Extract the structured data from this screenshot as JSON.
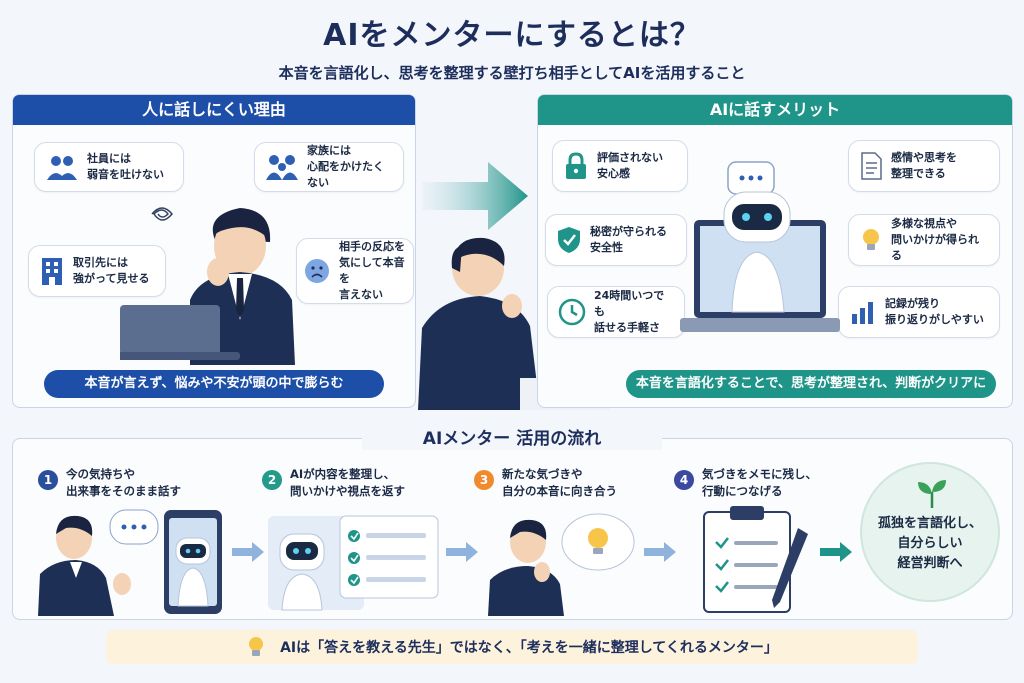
{
  "title": "AIをメンターにするとは？",
  "subtitle": "本音を言語化し、思考を整理する壁打ち相手としてAIを活用すること",
  "left_panel": {
    "header": "人に話しにくい理由",
    "bubbles": [
      {
        "text": "社員には\n弱音を吐けない",
        "icon": "people-icon"
      },
      {
        "text": "家族には\n心配をかけたくない",
        "icon": "family-icon"
      },
      {
        "text": "取引先には\n強がって見せる",
        "icon": "building-icon"
      },
      {
        "text": "相手の反応を\n気にして本音を\n言えない",
        "icon": "worried-face-icon"
      }
    ],
    "footer": "本音が言えず、悩みや不安が頭の中で膨らむ"
  },
  "right_panel": {
    "header": "AIに話すメリット",
    "bubbles": [
      {
        "text": "評価されない\n安心感",
        "icon": "lock-icon"
      },
      {
        "text": "感情や思考を\n整理できる",
        "icon": "document-icon"
      },
      {
        "text": "秘密が守られる\n安全性",
        "icon": "shield-icon"
      },
      {
        "text": "多様な視点や\n問いかけが得られる",
        "icon": "lightbulb-icon"
      },
      {
        "text": "24時間いつでも\n話せる手軽さ",
        "icon": "clock-icon"
      },
      {
        "text": "記録が残り\n振り返りがしやすい",
        "icon": "bar-chart-icon"
      }
    ],
    "footer": "本音を言語化することで、思考が整理され、判断がクリアに"
  },
  "flow": {
    "header": "AIメンター 活用の流れ",
    "steps": [
      {
        "num": "1",
        "text": "今の気持ちや\n出来事をそのまま話す",
        "color": "#2a4d9c"
      },
      {
        "num": "2",
        "text": "AIが内容を整理し、\n問いかけや視点を返す",
        "color": "#239a8a"
      },
      {
        "num": "3",
        "text": "新たな気づきや\n自分の本音に向き合う",
        "color": "#f08a2c"
      },
      {
        "num": "4",
        "text": "気づきをメモに残し、\n行動につなげる",
        "color": "#3a4aa0"
      }
    ],
    "goal": "孤独を言語化し、\n自分らしい\n経営判断へ"
  },
  "bottom_note": "AIは「答えを教える先生」ではなく、「考えを一緒に整理してくれるメンター」",
  "colors": {
    "navy": "#1d4ea8",
    "teal": "#1f9488",
    "suit": "#1e2f55",
    "note_bg": "#fdf3dd"
  }
}
